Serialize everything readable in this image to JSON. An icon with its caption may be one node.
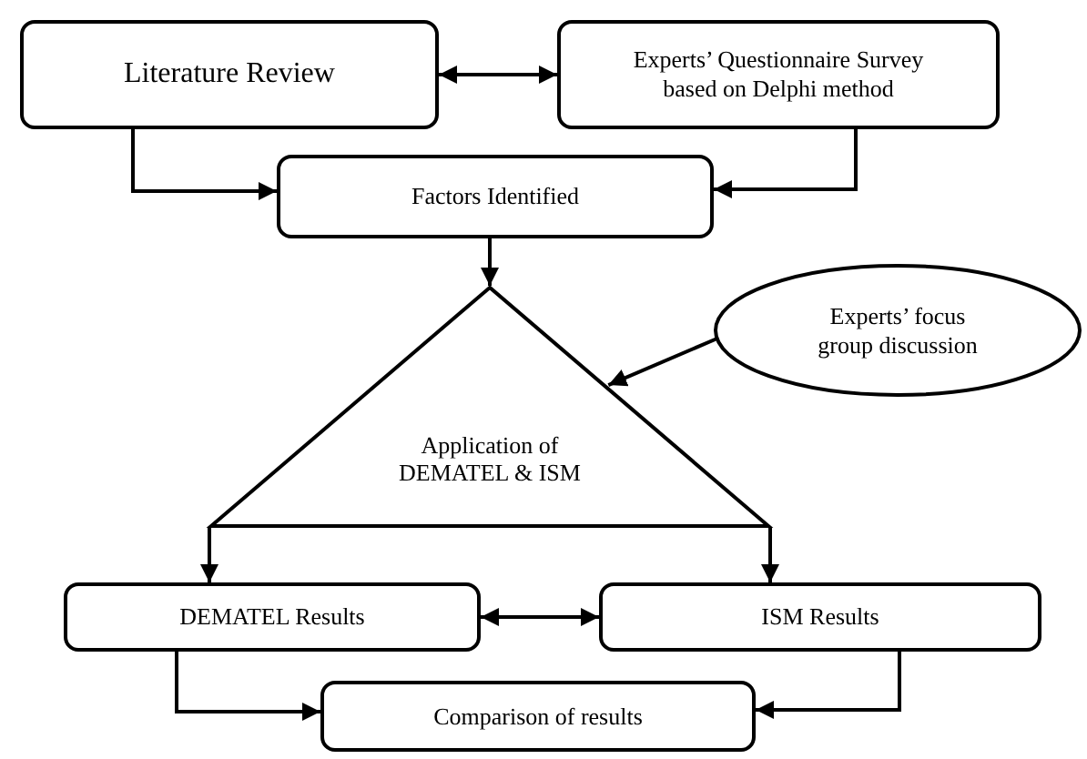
{
  "diagram": {
    "nodes": [
      {
        "text": [
          "Literature Review"
        ]
      },
      {
        "text": [
          "Experts’ Questionnaire Survey based on Delphi method"
        ]
      },
      {
        "text": [
          "Factors Identified"
        ]
      },
      {
        "text": [
          "Application of DEMATEL & ISM"
        ]
      },
      {
        "text": [
          "Experts’ focus group discussion"
        ]
      },
      {
        "text": [
          "DEMATEL Results"
        ]
      },
      {
        "text": [
          "ISM Results"
        ]
      },
      {
        "text": [
          "Comparison of results"
        ]
      }
    ],
    "edges": [
      {
        "from": 0,
        "to": 1,
        "arrow": "both"
      },
      {
        "from": 0,
        "to": 2,
        "arrow": "to"
      },
      {
        "from": 1,
        "to": 2,
        "arrow": "to"
      },
      {
        "from": 2,
        "to": 3,
        "arrow": "to"
      },
      {
        "from": 4,
        "to": 3,
        "arrow": "to"
      },
      {
        "from": 3,
        "to": 5,
        "arrow": "to"
      },
      {
        "from": 3,
        "to": 6,
        "arrow": "to"
      },
      {
        "from": 5,
        "to": 6,
        "arrow": "both"
      },
      {
        "from": 5,
        "to": 7,
        "arrow": "to"
      },
      {
        "from": 6,
        "to": 7,
        "arrow": "to"
      }
    ]
  }
}
